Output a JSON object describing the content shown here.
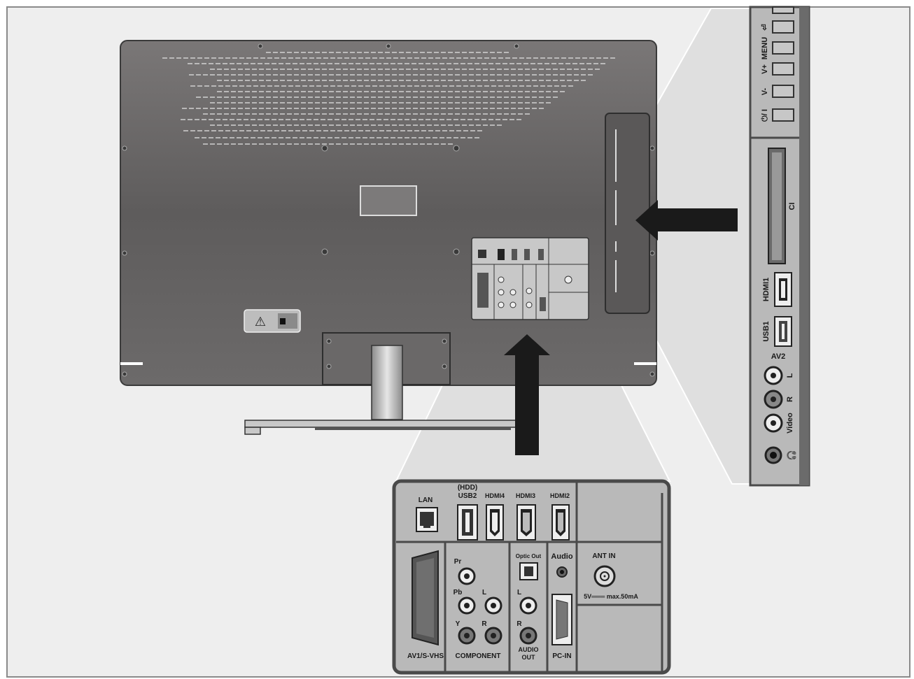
{
  "colors": {
    "frame_bg": "#eeeeee",
    "frame_border": "#8a8a8a",
    "tv_back": "#6e6c6c",
    "panel_bg": "#b9b9b9",
    "panel_dark": "#4a4a4a",
    "arrow": "#1a1a1a",
    "zoom_fill": "#d9d9d9"
  },
  "bottom_panel": {
    "lan": "LAN",
    "usb2_top": "(HDD)",
    "usb2": "USB2",
    "hdmi4": "HDMI4",
    "hdmi3": "HDMI3",
    "hdmi2": "HDMI2",
    "pr": "Pr",
    "pb": "Pb",
    "y": "Y",
    "l": "L",
    "r": "R",
    "component": "COMPONENT",
    "optic_out": "Optic Out",
    "audio_l": "L",
    "audio_r": "R",
    "audio_out_1": "AUDIO",
    "audio_out_2": "OUT",
    "audio": "Audio",
    "pc_in": "PC-IN",
    "ant_in": "ANT IN",
    "ant_spec": "5V═══ max.50mA",
    "scart": "AV1/S-VHS"
  },
  "side_panel": {
    "buttons": [
      "⏻/ I",
      "V-",
      "V+",
      "MENU",
      "⏎"
    ],
    "ci": "CI",
    "hdmi1": "HDMI1",
    "usb1": "USB1",
    "av2": "AV2",
    "l": "L",
    "r": "R",
    "video": "Video",
    "headphone": "🎧"
  },
  "tv": {
    "warning_sign": "⚠"
  }
}
